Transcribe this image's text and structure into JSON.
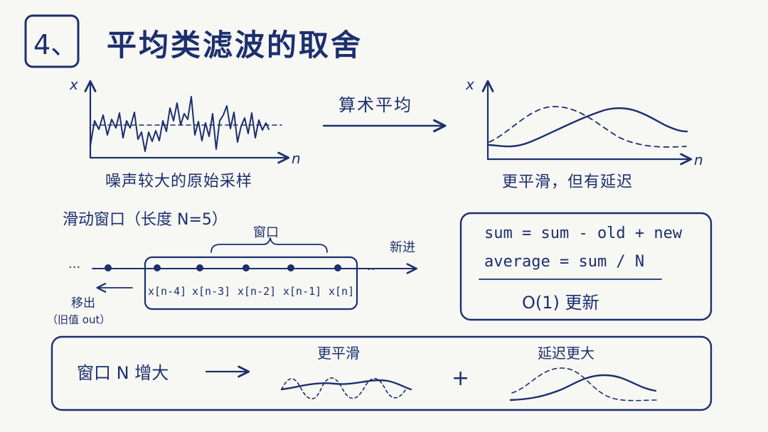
{
  "header": {
    "number": "4、",
    "title": "平均类滤波的取舍"
  },
  "top": {
    "left_axis_y": "x",
    "left_axis_x": "n",
    "left_caption": "噪声较大的原始采样",
    "arrow_label": "算术平均",
    "right_axis_y": "x",
    "right_axis_x": "n",
    "right_caption": "更平滑，但有延迟"
  },
  "window": {
    "title": "滑动窗口（长度 N=5）",
    "bracket_label": "窗口",
    "left_ellipsis": "···",
    "right_ellipsis": "··",
    "samples": [
      "x[n-4]",
      "x[n-3]",
      "x[n-2]",
      "x[n-1]",
      "x[n]"
    ],
    "new_in": "新进",
    "move_out": "移出",
    "old_out": "（旧值 out）"
  },
  "formula": {
    "line1": "sum = sum - old + new",
    "line2": "average = sum / N",
    "complexity": "O(1) 更新"
  },
  "tradeoff": {
    "condition": "窗口 N 增大",
    "smoother": "更平滑",
    "plus": "+",
    "more_delay": "延迟更大"
  }
}
